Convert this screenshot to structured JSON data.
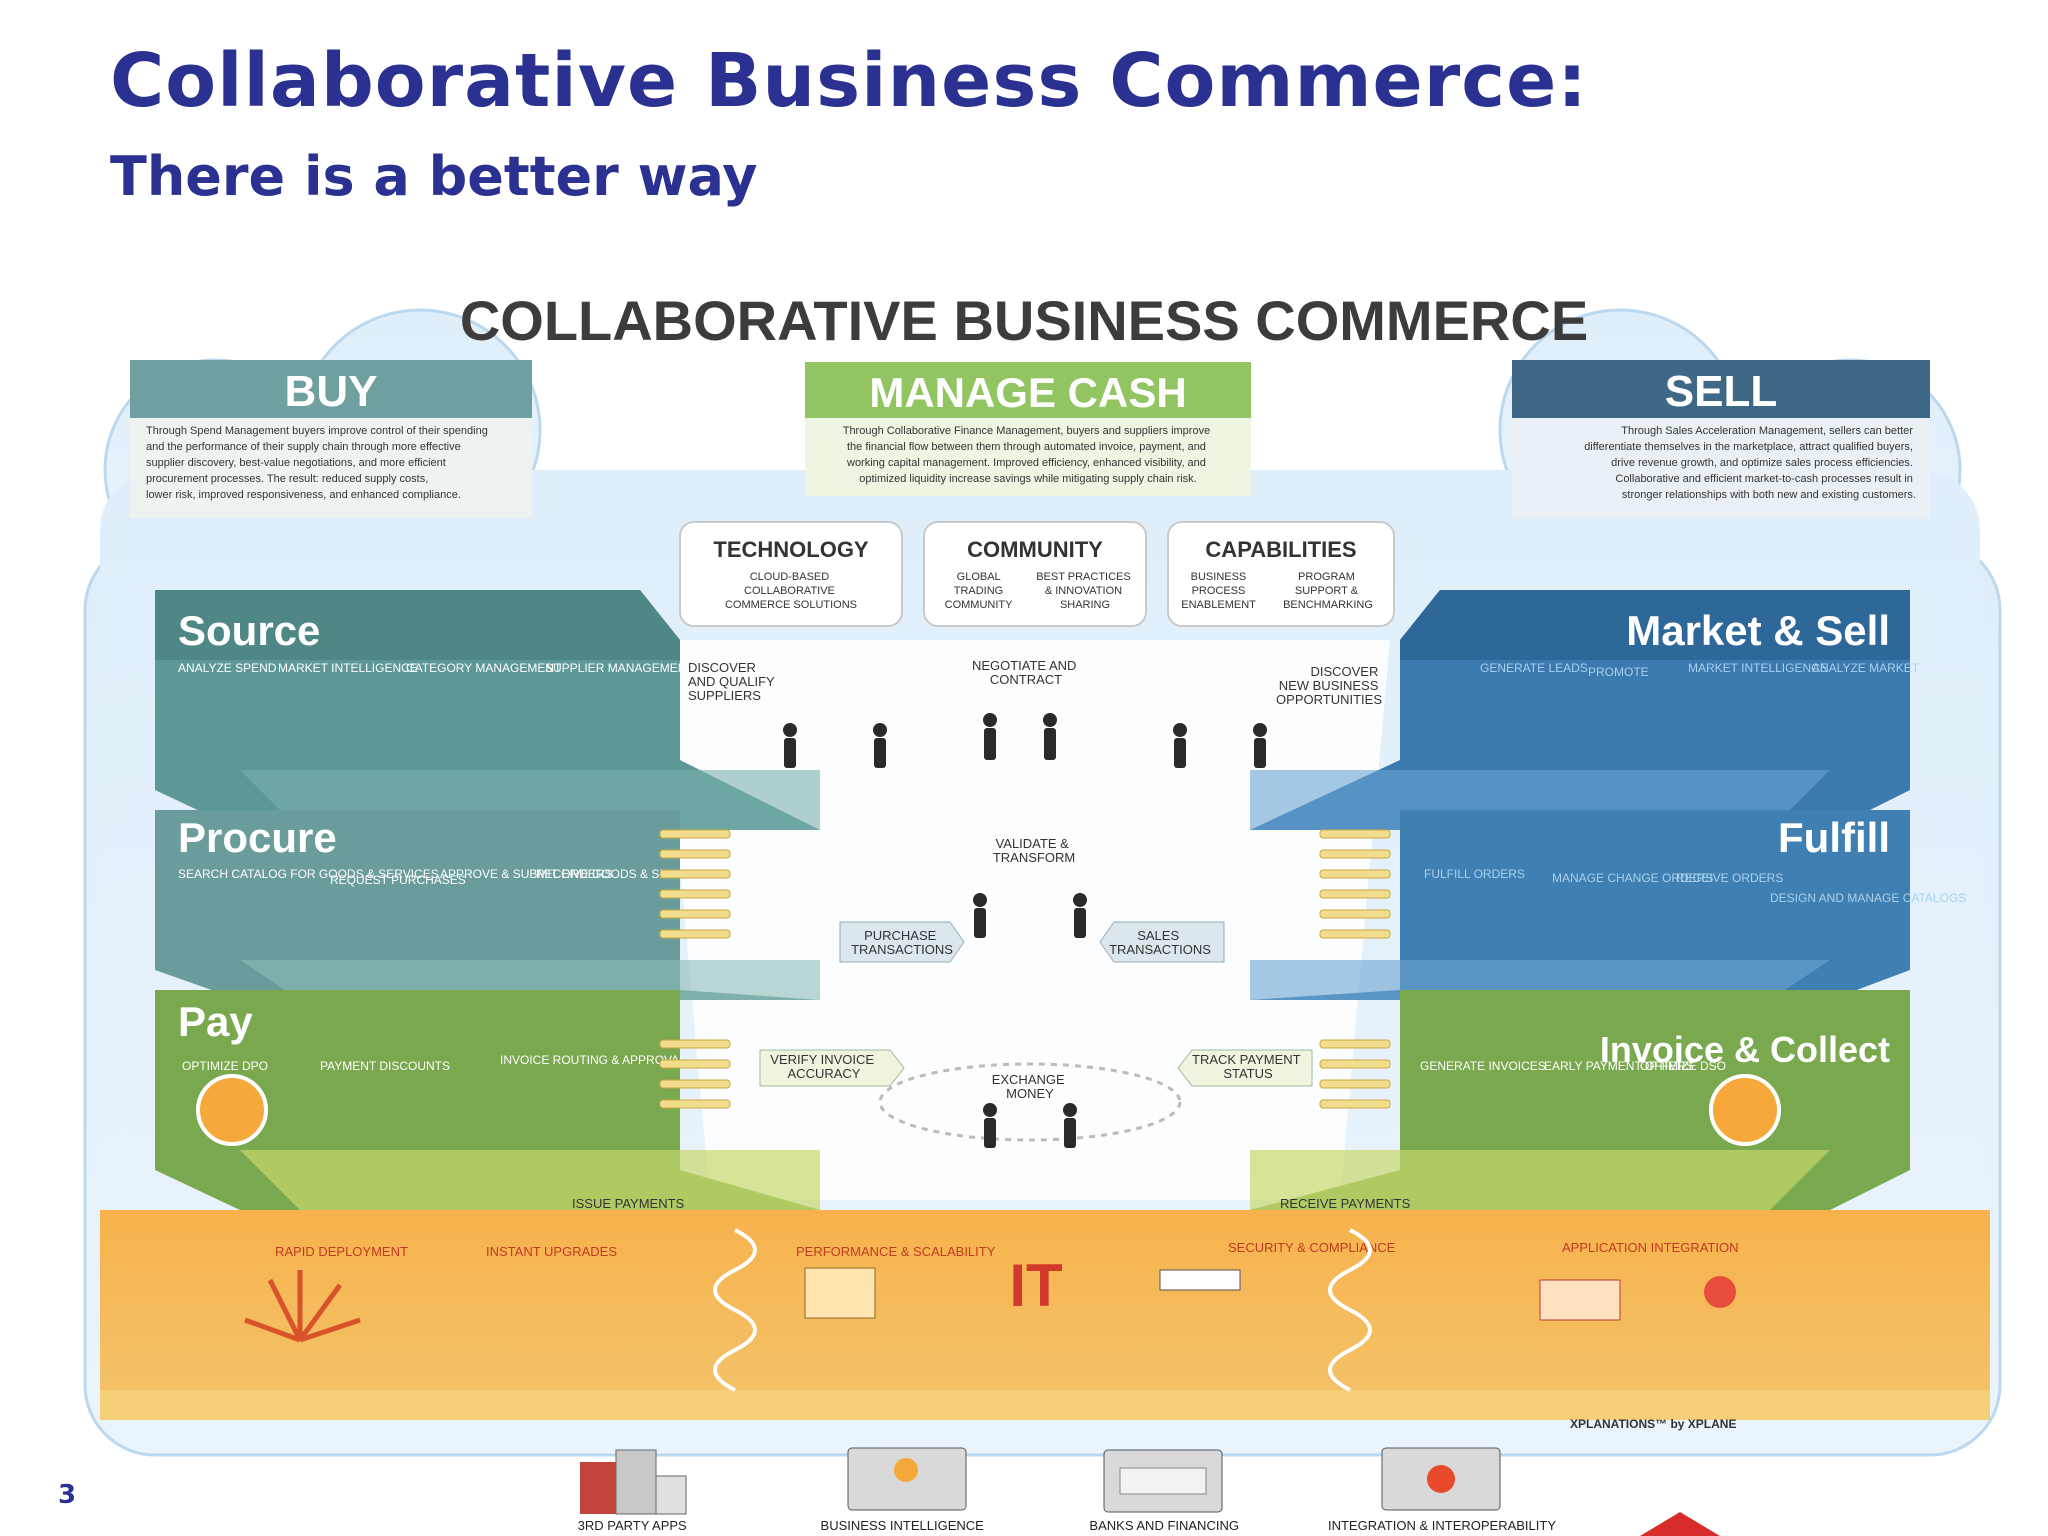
{
  "slide": {
    "title": "Collaborative Business Commerce:",
    "subtitle": "There is a better way",
    "page_number": "3"
  },
  "infographic": {
    "banner": "COLLABORATIVE BUSINESS COMMERCE",
    "credit": "XPLANATIONS™ by XPLANE",
    "columns": {
      "buy": {
        "heading": "BUY",
        "body": [
          "Through Spend Management buyers improve control of their spending",
          "and the performance of their supply chain through more effective",
          "supplier discovery, best-value negotiations, and more efficient",
          "procurement processes. The result: reduced supply costs,",
          "lower risk, improved responsiveness, and enhanced compliance."
        ]
      },
      "manage_cash": {
        "heading": "MANAGE CASH",
        "body": [
          "Through Collaborative Finance Management, buyers and suppliers improve",
          "the financial flow between them through automated invoice, payment, and",
          "working capital management. Improved efficiency, enhanced visibility, and",
          "optimized liquidity increase savings while mitigating supply chain risk."
        ]
      },
      "sell": {
        "heading": "SELL",
        "body": [
          "Through Sales Acceleration Management, sellers can better",
          "differentiate themselves in the marketplace, attract qualified buyers,",
          "drive revenue growth, and optimize sales process efficiencies.",
          "Collaborative and efficient market-to-cash processes result in",
          "stronger relationships with both new and existing customers."
        ]
      }
    },
    "pillars": [
      {
        "title": "TECHNOLOGY",
        "items": [
          [
            "CLOUD-BASED",
            "COLLABORATIVE",
            "COMMERCE SOLUTIONS"
          ]
        ]
      },
      {
        "title": "COMMUNITY",
        "items": [
          [
            "GLOBAL",
            "TRADING",
            "COMMUNITY"
          ],
          [
            "BEST PRACTICES",
            "& INNOVATION",
            "SHARING"
          ]
        ]
      },
      {
        "title": "CAPABILITIES",
        "items": [
          [
            "BUSINESS",
            "PROCESS",
            "ENABLEMENT"
          ],
          [
            "PROGRAM",
            "SUPPORT &",
            "BENCHMARKING"
          ]
        ]
      }
    ],
    "left_tiers": [
      {
        "name": "Source",
        "color": "#5e9797",
        "tasks": [
          "ANALYZE SPEND",
          "MARKET INTELLIGENCE",
          "CATEGORY MANAGEMENT",
          "SUPPLIER MANAGEMENT"
        ]
      },
      {
        "name": "Procure",
        "color": "#6a9c9c",
        "tasks": [
          "SEARCH CATALOG FOR GOODS & SERVICES",
          "REQUEST PURCHASES",
          "APPROVE & SUBMIT ORDERS",
          "RECEIVE GOODS & SERVICES"
        ]
      },
      {
        "name": "Pay",
        "color": "#7aa84e",
        "tasks": [
          "OPTIMIZE DPO",
          "PAYMENT DISCOUNTS",
          "INVOICE ROUTING & APPROVAL"
        ]
      }
    ],
    "right_tiers": [
      {
        "name": "Market & Sell",
        "color": "#3b79ae",
        "tasks": [
          "GENERATE LEADS",
          "PROMOTE",
          "MARKET INTELLIGENCE",
          "ANALYZE MARKET"
        ]
      },
      {
        "name": "Fulfill",
        "color": "#3f7fb2",
        "tasks": [
          "FULFILL ORDERS",
          "MANAGE CHANGE ORDERS",
          "RECEIVE ORDERS",
          "DESIGN AND MANAGE CATALOGS"
        ]
      },
      {
        "name": "Invoice & Collect",
        "color": "#7aa84e",
        "tasks": [
          "GENERATE INVOICES",
          "EARLY PAYMENT OFFERS",
          "OPTIMIZE DSO"
        ]
      }
    ],
    "center_labels": {
      "discover_suppliers": [
        "DISCOVER",
        "AND QUALIFY",
        "SUPPLIERS"
      ],
      "negotiate": [
        "NEGOTIATE AND",
        "CONTRACT"
      ],
      "discover_opportunities": [
        "DISCOVER",
        "NEW BUSINESS",
        "OPPORTUNITIES"
      ],
      "validate": [
        "VALIDATE &",
        "TRANSFORM"
      ],
      "purchase_tx": [
        "PURCHASE",
        "TRANSACTIONS"
      ],
      "sales_tx": [
        "SALES",
        "TRANSACTIONS"
      ],
      "verify_invoice": [
        "VERIFY INVOICE",
        "ACCURACY"
      ],
      "exchange_money": [
        "EXCHANGE",
        "MONEY"
      ],
      "track_payment": [
        "TRACK PAYMENT",
        "STATUS"
      ],
      "issue_payments": "ISSUE PAYMENTS",
      "receive_payments": "RECEIVE PAYMENTS"
    },
    "it": {
      "label": "IT",
      "items": [
        "RAPID DEPLOYMENT",
        "INSTANT UPGRADES",
        "PERFORMANCE & SCALABILITY",
        "SECURITY & COMPLIANCE",
        "APPLICATION INTEGRATION"
      ]
    },
    "foundation": [
      "3RD PARTY APPS",
      "BUSINESS INTELLIGENCE",
      "BANKS AND FINANCING",
      "INTEGRATION & INTEROPERABILITY"
    ]
  }
}
